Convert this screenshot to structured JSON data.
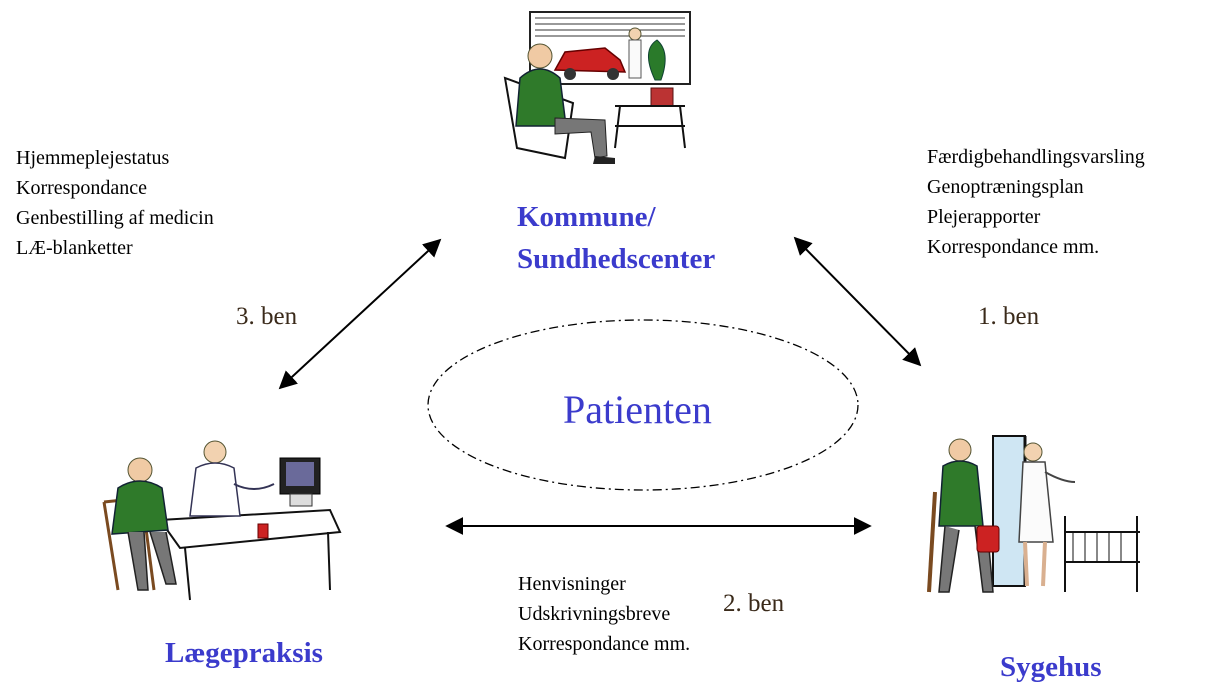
{
  "nodes": {
    "kommune": {
      "title_line1": "Kommune/",
      "title_line2": "Sundhedscenter"
    },
    "sygehus": {
      "title": "Sygehus"
    },
    "laegepraksis": {
      "title": "Lægepraksis"
    }
  },
  "center": {
    "label": "Patienten"
  },
  "links": {
    "ben1": {
      "label": "1. ben"
    },
    "ben2": {
      "label": "2. ben"
    },
    "ben3": {
      "label": "3. ben"
    }
  },
  "messages": {
    "kommune_laege": [
      "Hjemmeplejestatus",
      "Korrespondance",
      "Genbestilling af medicin",
      "LÆ-blanketter"
    ],
    "kommune_sygehus": [
      "Færdigbehandlingsvarsling",
      "Genoptræningsplan",
      "Plejerapporter",
      "Korrespondance mm."
    ],
    "laege_sygehus": [
      "Henvisninger",
      "Udskrivningsbreve",
      "Korrespondance mm."
    ]
  },
  "colors": {
    "title_blue": "#3b3bcc",
    "ben_brown": "#3a2a1a",
    "arrow": "#000000"
  },
  "icons": {
    "kommune_illustration": "elderly-man-in-chair-icon",
    "sygehus_illustration": "patient-with-nurse-icon",
    "laegepraksis_illustration": "doctor-consultation-icon"
  }
}
